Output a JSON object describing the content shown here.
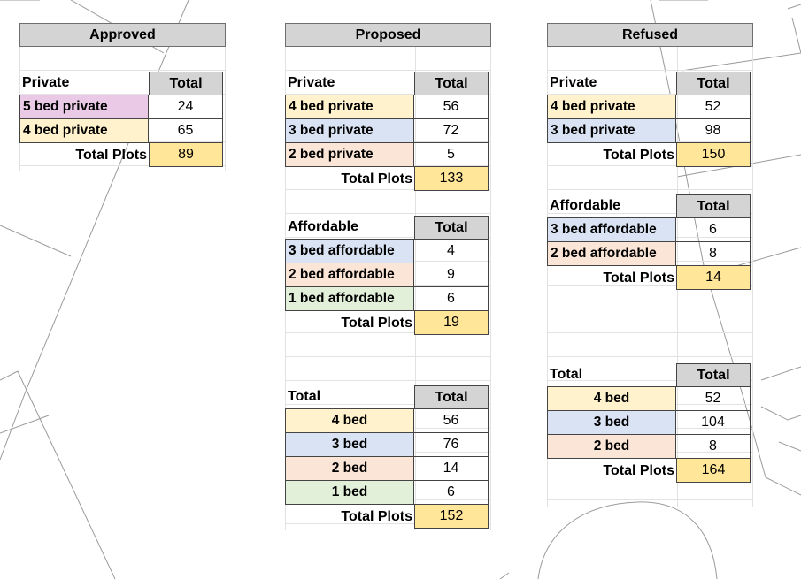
{
  "colors": {
    "header_bg": "#d4d4d4",
    "total_bg": "#ffe699",
    "five_bed": "#e9c9e6",
    "four_bed": "#fff2cc",
    "three_bed": "#dae3f3",
    "two_bed": "#fbe5d6",
    "one_bed": "#e2f0d9"
  },
  "approved": {
    "title": "Approved",
    "private": {
      "label": "Private",
      "total_header": "Total",
      "rows": [
        {
          "label": "5 bed private",
          "value": "24"
        },
        {
          "label": "4 bed private",
          "value": "65"
        }
      ],
      "total_label": "Total Plots",
      "total_value": "89"
    }
  },
  "proposed": {
    "title": "Proposed",
    "private": {
      "label": "Private",
      "total_header": "Total",
      "rows": [
        {
          "label": "4 bed private",
          "value": "56"
        },
        {
          "label": "3 bed private",
          "value": "72"
        },
        {
          "label": "2 bed private",
          "value": "5"
        }
      ],
      "total_label": "Total Plots",
      "total_value": "133"
    },
    "affordable": {
      "label": "Affordable",
      "total_header": "Total",
      "rows": [
        {
          "label": "3 bed affordable",
          "value": "4"
        },
        {
          "label": "2 bed affordable",
          "value": "9"
        },
        {
          "label": "1 bed affordable",
          "value": "6"
        }
      ],
      "total_label": "Total Plots",
      "total_value": "19"
    },
    "summary": {
      "label": "Total",
      "total_header": "Total",
      "rows": [
        {
          "label": "4 bed",
          "value": "56"
        },
        {
          "label": "3 bed",
          "value": "76"
        },
        {
          "label": "2 bed",
          "value": "14"
        },
        {
          "label": "1 bed",
          "value": "6"
        }
      ],
      "total_label": "Total Plots",
      "total_value": "152"
    }
  },
  "refused": {
    "title": "Refused",
    "private": {
      "label": "Private",
      "total_header": "Total",
      "rows": [
        {
          "label": "4 bed private",
          "value": "52"
        },
        {
          "label": "3 bed private",
          "value": "98"
        }
      ],
      "total_label": "Total Plots",
      "total_value": "150"
    },
    "affordable": {
      "label": "Affordable",
      "total_header": "Total",
      "rows": [
        {
          "label": "3 bed affordable",
          "value": "6"
        },
        {
          "label": "2 bed affordable",
          "value": "8"
        }
      ],
      "total_label": "Total Plots",
      "total_value": "14"
    },
    "summary": {
      "label": "Total",
      "total_header": "Total",
      "rows": [
        {
          "label": "4 bed",
          "value": "52"
        },
        {
          "label": "3 bed",
          "value": "104"
        },
        {
          "label": "2 bed",
          "value": "8"
        }
      ],
      "total_label": "Total Plots",
      "total_value": "164"
    }
  }
}
